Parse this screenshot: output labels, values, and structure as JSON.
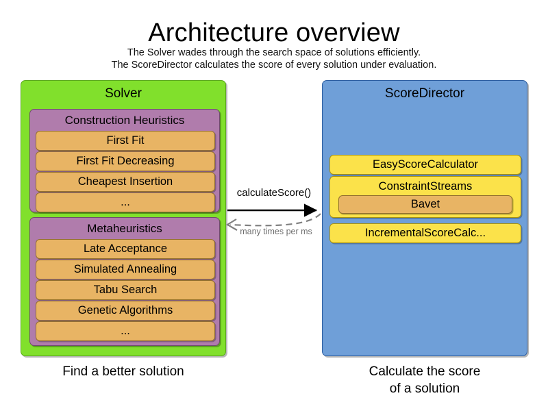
{
  "header": {
    "title": "Architecture overview",
    "subtitle_line_1": "The Solver wades through the search space of solutions efficiently.",
    "subtitle_line_2": "The ScoreDirector calculates the score of every solution under evaluation."
  },
  "colors": {
    "solver_panel": "#81e02c",
    "scoredirector_panel": "#6f9fd8",
    "group_box": "#b07cac",
    "item_orange": "#e8b464",
    "item_yellow": "#fbe24a",
    "arrow_solid": "#000000",
    "arrow_dashed": "#808080"
  },
  "solver": {
    "title": "Solver",
    "caption": "Find a better solution",
    "groups": [
      {
        "title": "Construction Heuristics",
        "items": [
          {
            "label": "First Fit"
          },
          {
            "label": "First Fit Decreasing"
          },
          {
            "label": "Cheapest Insertion"
          },
          {
            "label": "..."
          }
        ]
      },
      {
        "title": "Metaheuristics",
        "items": [
          {
            "label": "Late Acceptance"
          },
          {
            "label": "Simulated Annealing"
          },
          {
            "label": "Tabu Search"
          },
          {
            "label": "Genetic Algorithms"
          },
          {
            "label": "..."
          }
        ]
      }
    ]
  },
  "score_director": {
    "title": "ScoreDirector",
    "caption_line_1": "Calculate the score",
    "caption_line_2": "of a solution",
    "items": [
      {
        "label": "EasyScoreCalculator"
      },
      {
        "label": "ConstraintStreams",
        "child": {
          "label": "Bavet"
        }
      },
      {
        "label": "IncrementalScoreCalc..."
      }
    ]
  },
  "arrows": {
    "forward_label": "calculateScore()",
    "return_label": "many times per ms"
  }
}
